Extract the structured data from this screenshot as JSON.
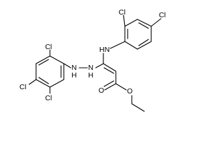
{
  "molecule": {
    "labels": {
      "cl_ring1_ortho": "Cl",
      "cl_ring1_para": "Cl",
      "nh_amine": "HN",
      "ring2_nh": "N",
      "ring2_h": "H",
      "nh_hydrazine": "N",
      "nh_hydrazine_h": "H",
      "cl_ring2_ortho_top": "Cl",
      "cl_ring2_ortho_bottom": "Cl",
      "cl_ring2_para": "Cl",
      "o_carbonyl": "O",
      "o_ester": "O"
    },
    "colors": {
      "bond": "#000000",
      "text": "#000000",
      "background": "#ffffff"
    }
  }
}
